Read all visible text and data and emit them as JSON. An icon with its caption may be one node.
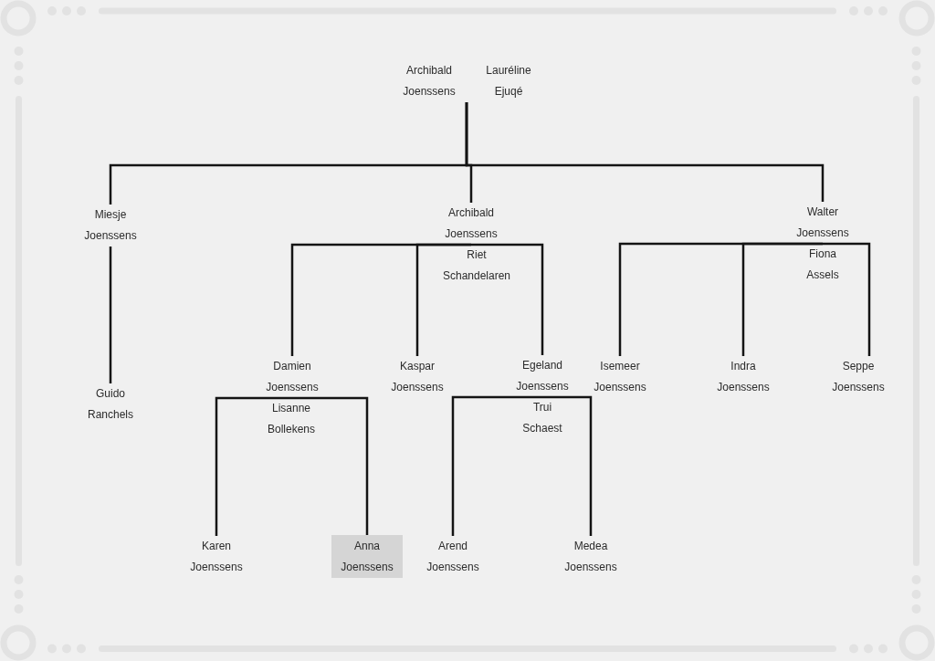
{
  "diagram": {
    "nodes": [
      {
        "text": [
          "Archibald Joenssens"
        ]
      },
      {
        "text": [
          "Lauréline Ejuqé"
        ]
      },
      {
        "text": [
          "Miesje Joenssens"
        ]
      },
      {
        "text": [
          "Archibald Joenssens"
        ]
      },
      {
        "text": [
          "Riet Schandelaren"
        ]
      },
      {
        "text": [
          "Walter Joenssens"
        ]
      },
      {
        "text": [
          "Fiona Assels"
        ]
      },
      {
        "text": [
          "Guido Ranchels"
        ]
      },
      {
        "text": [
          "Damien Joenssens"
        ]
      },
      {
        "text": [
          "Lisanne Bollekens"
        ]
      },
      {
        "text": [
          "Kaspar Joenssens"
        ]
      },
      {
        "text": [
          "Egeland Joenssens"
        ]
      },
      {
        "text": [
          "Trui Schaest"
        ]
      },
      {
        "text": [
          "Isemeer Joenssens"
        ]
      },
      {
        "text": [
          "Indra Joenssens"
        ]
      },
      {
        "text": [
          "Seppe Joenssens"
        ]
      },
      {
        "text": [
          "Karen Joenssens"
        ]
      },
      {
        "text": [
          "Anna Joenssens"
        ]
      },
      {
        "text": [
          "Arend Joenssens"
        ]
      },
      {
        "text": [
          "Medea Joenssens"
        ]
      }
    ],
    "edges": [
      {
        "from": 0,
        "to": 2,
        "arrow": "none"
      },
      {
        "from": 0,
        "to": 3,
        "arrow": "none"
      },
      {
        "from": 0,
        "to": 5,
        "arrow": "none"
      },
      {
        "from": 2,
        "to": 7,
        "arrow": "none"
      },
      {
        "from": 3,
        "to": 8,
        "arrow": "none"
      },
      {
        "from": 3,
        "to": 10,
        "arrow": "none"
      },
      {
        "from": 3,
        "to": 11,
        "arrow": "none"
      },
      {
        "from": 4,
        "to": 8,
        "arrow": "none"
      },
      {
        "from": 4,
        "to": 10,
        "arrow": "none"
      },
      {
        "from": 4,
        "to": 11,
        "arrow": "none"
      },
      {
        "from": 5,
        "to": 13,
        "arrow": "none"
      },
      {
        "from": 5,
        "to": 14,
        "arrow": "none"
      },
      {
        "from": 5,
        "to": 15,
        "arrow": "none"
      },
      {
        "from": 6,
        "to": 13,
        "arrow": "none"
      },
      {
        "from": 6,
        "to": 14,
        "arrow": "none"
      },
      {
        "from": 6,
        "to": 15,
        "arrow": "none"
      },
      {
        "from": 8,
        "to": 16,
        "arrow": "none"
      },
      {
        "from": 8,
        "to": 17,
        "arrow": "none"
      },
      {
        "from": 9,
        "to": 16,
        "arrow": "none"
      },
      {
        "from": 9,
        "to": 17,
        "arrow": "none"
      },
      {
        "from": 11,
        "to": 18,
        "arrow": "none"
      },
      {
        "from": 11,
        "to": 19,
        "arrow": "none"
      },
      {
        "from": 12,
        "to": 18,
        "arrow": "none"
      },
      {
        "from": 12,
        "to": 19,
        "arrow": "none"
      }
    ]
  }
}
